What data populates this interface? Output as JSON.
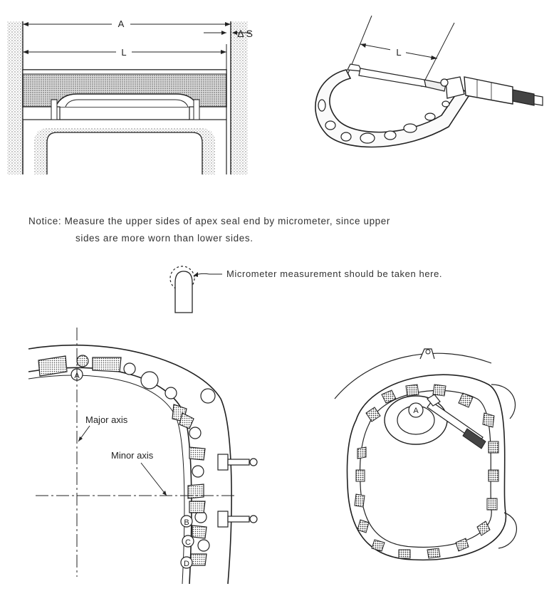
{
  "labels": {
    "dim_a": "A",
    "dim_l": "L",
    "delta_s": "Δ S",
    "micrometer_l": "L",
    "point_a": "A",
    "point_b": "B",
    "point_c": "C",
    "point_d": "D",
    "major_axis": "Major axis",
    "minor_axis": "Minor axis",
    "point_a_right": "A"
  },
  "notice": {
    "line1": "Notice: Measure the upper sides of apex seal end by micrometer, since upper",
    "line2": "sides are more  worn than lower sides."
  },
  "callout": "Micrometer measurement should be taken here."
}
